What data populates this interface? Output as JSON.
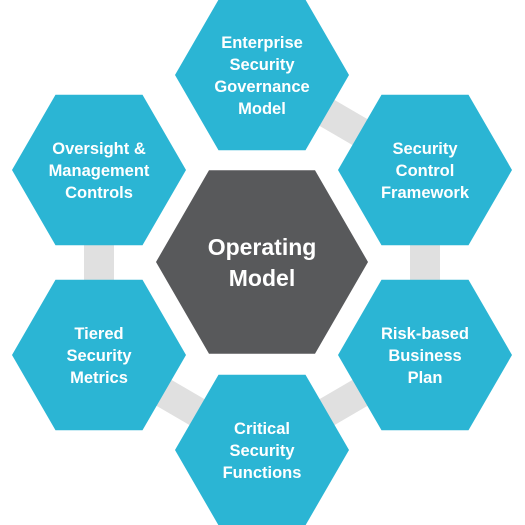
{
  "colors": {
    "outer_hex": "#2BB5D4",
    "center_hex": "#58595B",
    "connector": "#E0E0E0",
    "text": "#FFFFFF"
  },
  "center": {
    "name": "operating-model",
    "lines": [
      "Operating",
      "Model"
    ]
  },
  "nodes": [
    {
      "name": "enterprise-security-governance-model",
      "lines": [
        "Enterprise",
        "Security",
        "Governance",
        "Model"
      ]
    },
    {
      "name": "security-control-framework",
      "lines": [
        "Security",
        "Control",
        "Framework"
      ]
    },
    {
      "name": "risk-based-business-plan",
      "lines": [
        "Risk-based",
        "Business",
        "Plan"
      ]
    },
    {
      "name": "critical-security-functions",
      "lines": [
        "Critical",
        "Security",
        "Functions"
      ]
    },
    {
      "name": "tiered-security-metrics",
      "lines": [
        "Tiered",
        "Security",
        "Metrics"
      ]
    },
    {
      "name": "oversight-management-controls",
      "lines": [
        "Oversight &",
        "Management",
        "Controls"
      ]
    }
  ],
  "connectors": [
    {
      "from": "enterprise-security-governance-model",
      "to": "security-control-framework"
    },
    {
      "from": "security-control-framework",
      "to": "risk-based-business-plan"
    },
    {
      "from": "risk-based-business-plan",
      "to": "critical-security-functions"
    },
    {
      "from": "critical-security-functions",
      "to": "tiered-security-metrics"
    },
    {
      "from": "tiered-security-metrics",
      "to": "oversight-management-controls"
    }
  ]
}
